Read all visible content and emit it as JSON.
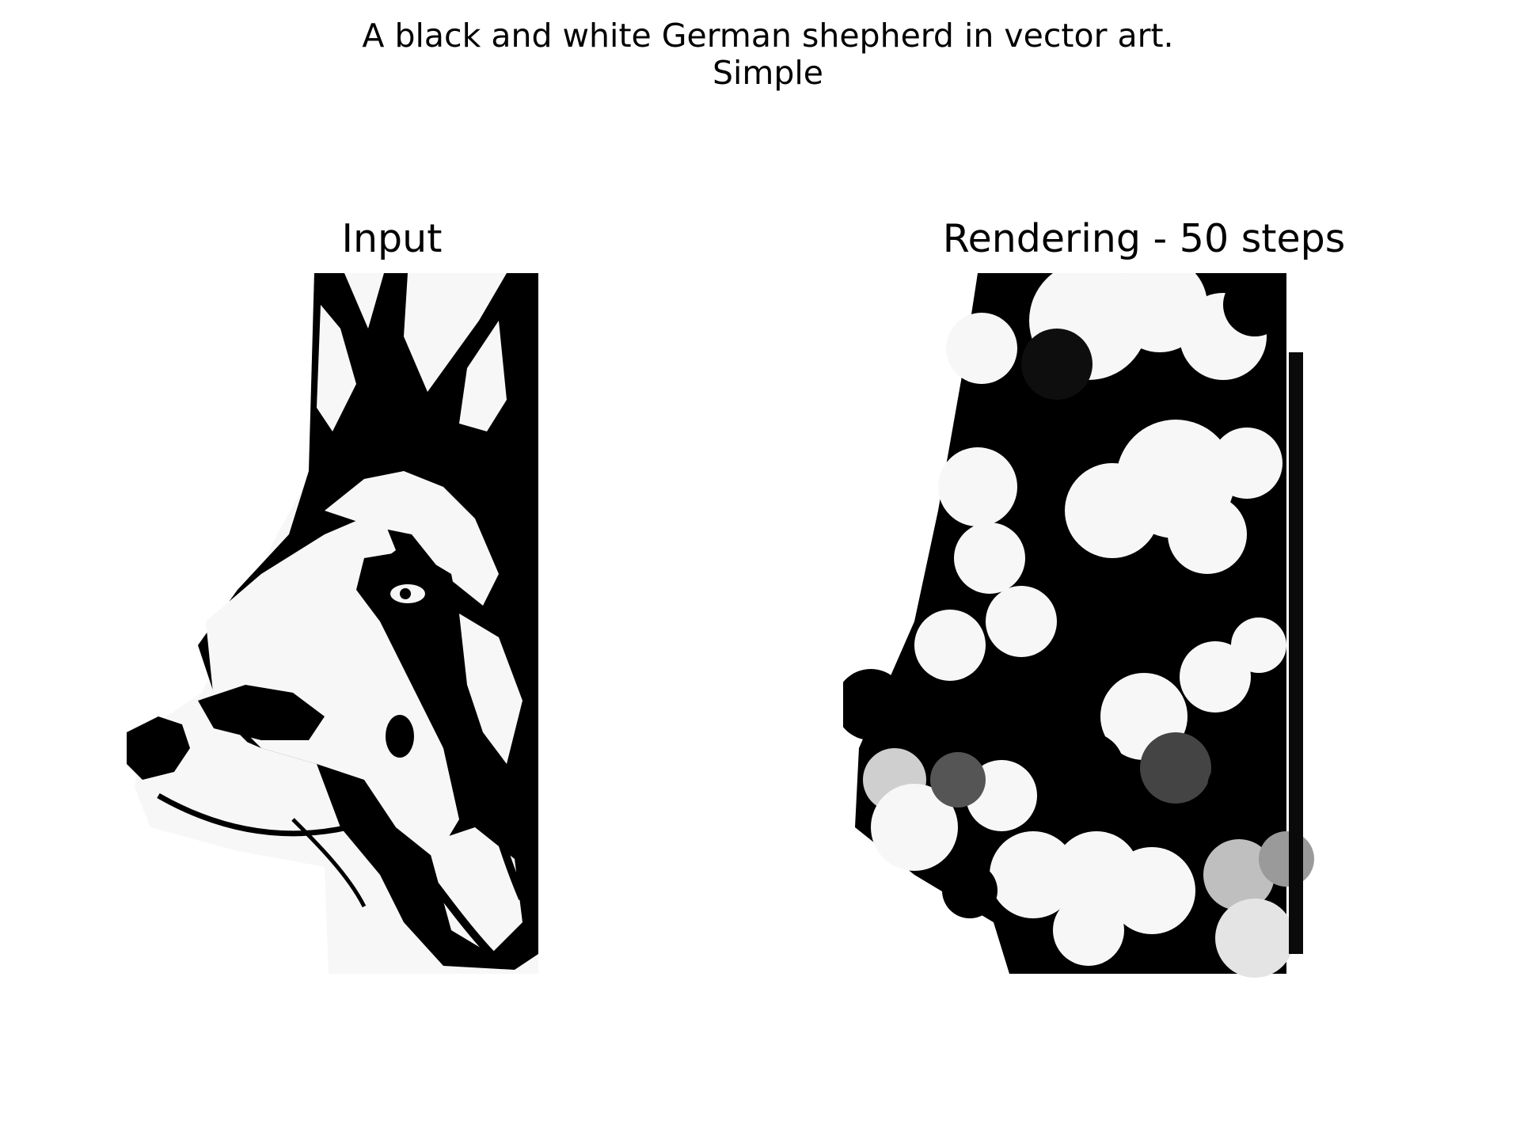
{
  "figure": {
    "title_line_1": "A black and white German shepherd in vector art.",
    "title_line_2": "Simple"
  },
  "panels": {
    "input": {
      "title": "Input"
    },
    "rendering": {
      "title": "Rendering - 50 steps"
    }
  },
  "colors": {
    "background": "#ffffff",
    "ink": "#000000",
    "paper": "#f7f7f7",
    "mid_gray": "#4a4a4a",
    "light_gray": "#c9c9c9"
  }
}
